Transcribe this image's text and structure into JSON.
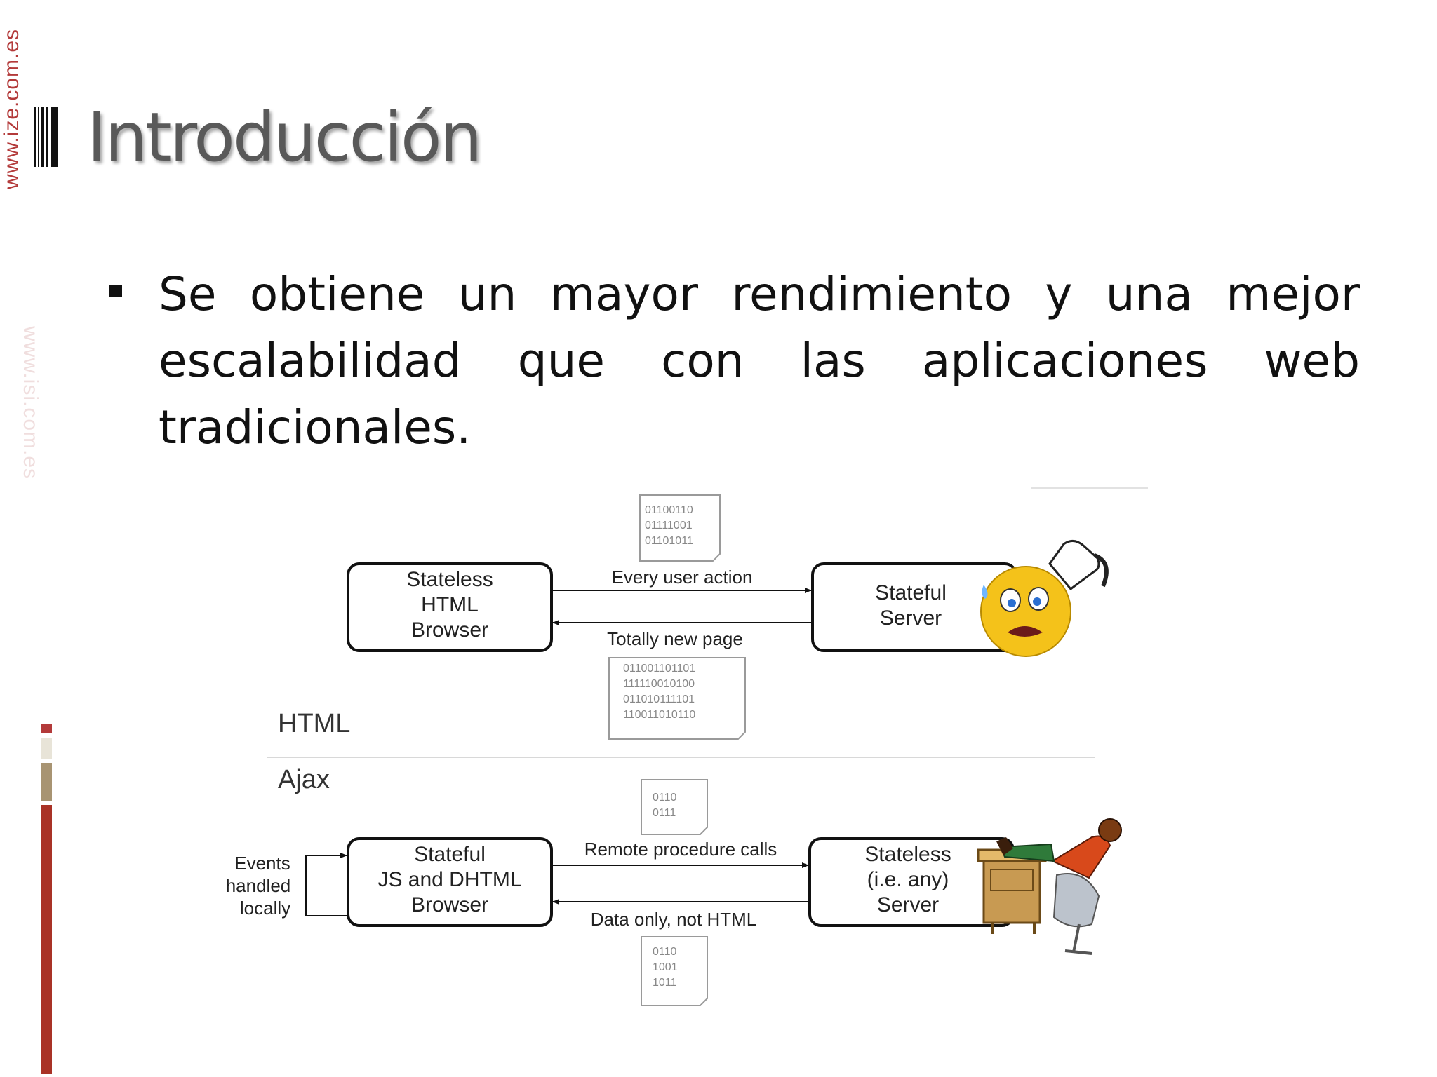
{
  "slide": {
    "watermark_top": "www.ize.com.es",
    "watermark_bottom": "www.isi.com.es",
    "title": "Introducción",
    "bullet": "Se obtiene un mayor rendimiento y  una mejor escalabilidad que con las aplicaciones web tradicionales.",
    "accent_colors": [
      "#b33a3a",
      "#e8e4d8",
      "#a89472",
      "#a93226"
    ]
  },
  "diagram": {
    "html_section": {
      "label": "HTML",
      "client_box": [
        "Stateless",
        "HTML",
        "Browser"
      ],
      "server_box": [
        "Stateful",
        "Server"
      ],
      "request_label": "Every user action",
      "response_label": "Totally new page",
      "request_doc": [
        "01100110",
        "01111001",
        "01101011"
      ],
      "response_doc": [
        "011001101101",
        "111110010100",
        "011010111101",
        "110011010110"
      ]
    },
    "ajax_section": {
      "label": "Ajax",
      "side_label": [
        "Events",
        "handled",
        "locally"
      ],
      "client_box": [
        "Stateful",
        "JS and DHTML",
        "Browser"
      ],
      "server_box": [
        "Stateless",
        "(i.e. any)",
        "Server"
      ],
      "request_label": "Remote procedure calls",
      "response_label": "Data only, not HTML",
      "request_doc": [
        "0110",
        "0111"
      ],
      "response_doc": [
        "0110",
        "1001",
        "1011"
      ]
    }
  }
}
